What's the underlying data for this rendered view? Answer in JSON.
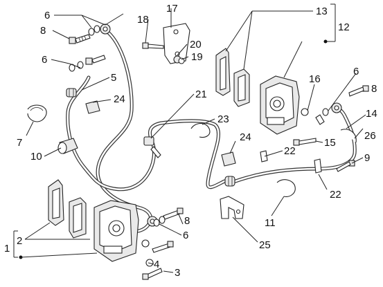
{
  "callouts": [
    {
      "id": "c6a",
      "text": "6"
    },
    {
      "id": "c8a",
      "text": "8"
    },
    {
      "id": "c6b",
      "text": "6"
    },
    {
      "id": "c18",
      "text": "18"
    },
    {
      "id": "c17",
      "text": "17"
    },
    {
      "id": "c20",
      "text": "20"
    },
    {
      "id": "c19",
      "text": "19"
    },
    {
      "id": "c5",
      "text": "5"
    },
    {
      "id": "c24a",
      "text": "24"
    },
    {
      "id": "c21",
      "text": "21"
    },
    {
      "id": "c23",
      "text": "23"
    },
    {
      "id": "c13",
      "text": "13"
    },
    {
      "id": "c12",
      "text": "12"
    },
    {
      "id": "c6c",
      "text": "6"
    },
    {
      "id": "c16",
      "text": "16"
    },
    {
      "id": "c8b",
      "text": "8"
    },
    {
      "id": "c14",
      "text": "14"
    },
    {
      "id": "c26",
      "text": "26"
    },
    {
      "id": "c15",
      "text": "15"
    },
    {
      "id": "c9",
      "text": "9"
    },
    {
      "id": "c24b",
      "text": "24"
    },
    {
      "id": "c22a",
      "text": "22"
    },
    {
      "id": "c22b",
      "text": "22"
    },
    {
      "id": "c7",
      "text": "7"
    },
    {
      "id": "c10",
      "text": "10"
    },
    {
      "id": "c11",
      "text": "11"
    },
    {
      "id": "c25",
      "text": "25"
    },
    {
      "id": "c8c",
      "text": "8"
    },
    {
      "id": "c6d",
      "text": "6"
    },
    {
      "id": "c2",
      "text": "2"
    },
    {
      "id": "c1",
      "text": "1"
    },
    {
      "id": "c4",
      "text": "4"
    },
    {
      "id": "c3",
      "text": "3"
    }
  ]
}
